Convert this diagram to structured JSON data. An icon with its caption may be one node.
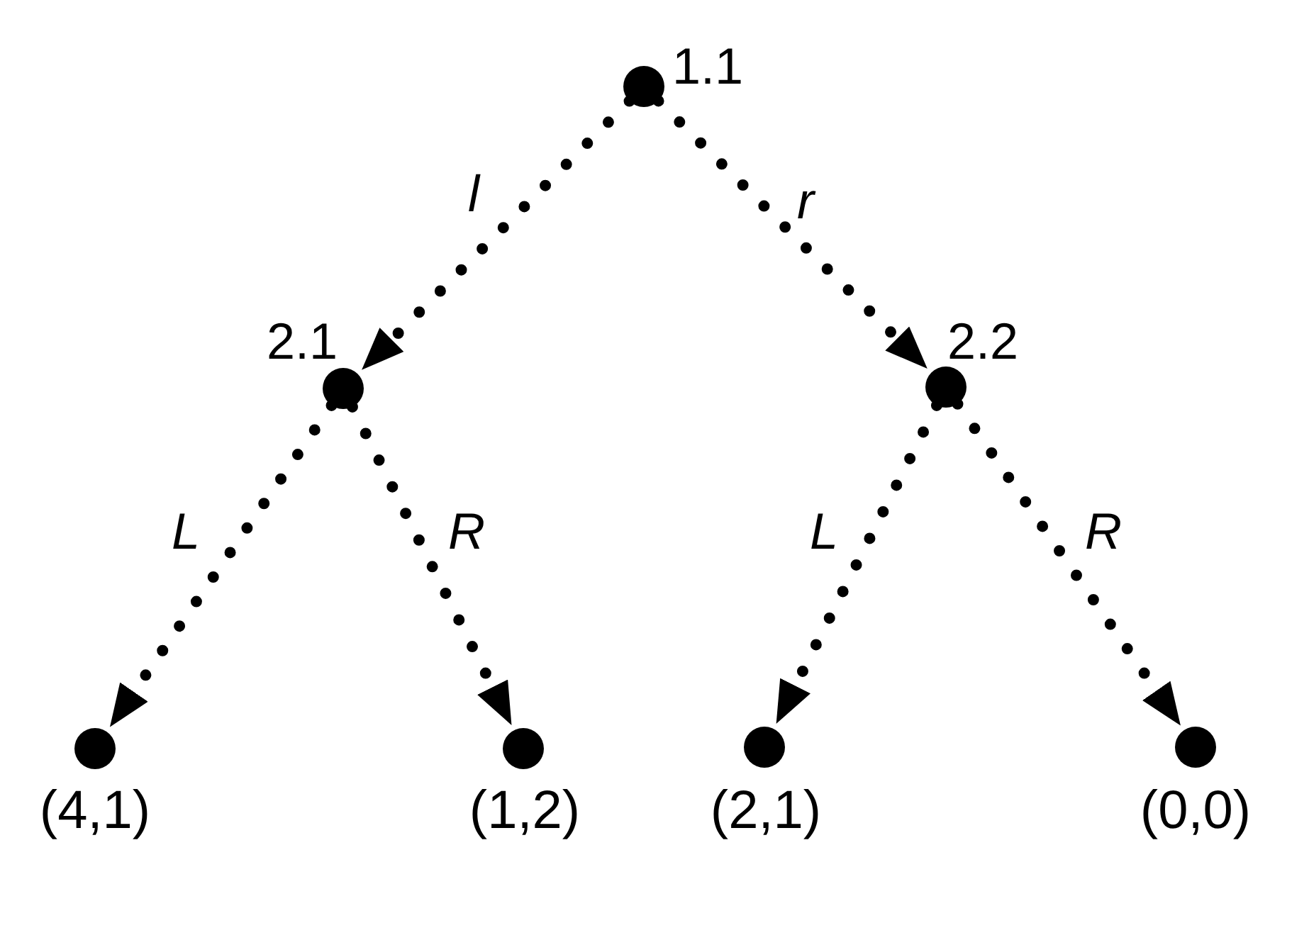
{
  "diagram": {
    "nodes": [
      {
        "text": [],
        "shape": "circle",
        "beside": [
          "1.1"
        ]
      },
      {
        "text": [],
        "shape": "circle",
        "beside": [
          "2.1"
        ]
      },
      {
        "text": [],
        "shape": "circle",
        "beside": [
          "2.2"
        ]
      },
      {
        "text": [],
        "shape": "circle",
        "beside": [
          "(4,1)"
        ]
      },
      {
        "text": [],
        "shape": "circle",
        "beside": [
          "(1,2)"
        ]
      },
      {
        "text": [],
        "shape": "circle",
        "beside": [
          "(2,1)"
        ]
      },
      {
        "text": [],
        "shape": "circle",
        "beside": [
          "(0,0)"
        ]
      }
    ],
    "edges": [
      {
        "from": 0,
        "to": 1,
        "arrow": "to",
        "label": "l"
      },
      {
        "from": 0,
        "to": 2,
        "arrow": "to",
        "label": "r"
      },
      {
        "from": 1,
        "to": 3,
        "arrow": "to",
        "label": "L"
      },
      {
        "from": 1,
        "to": 4,
        "arrow": "to",
        "label": "R"
      },
      {
        "from": 2,
        "to": 5,
        "arrow": "to",
        "label": "L"
      },
      {
        "from": 2,
        "to": 6,
        "arrow": "to",
        "label": "R"
      }
    ]
  }
}
